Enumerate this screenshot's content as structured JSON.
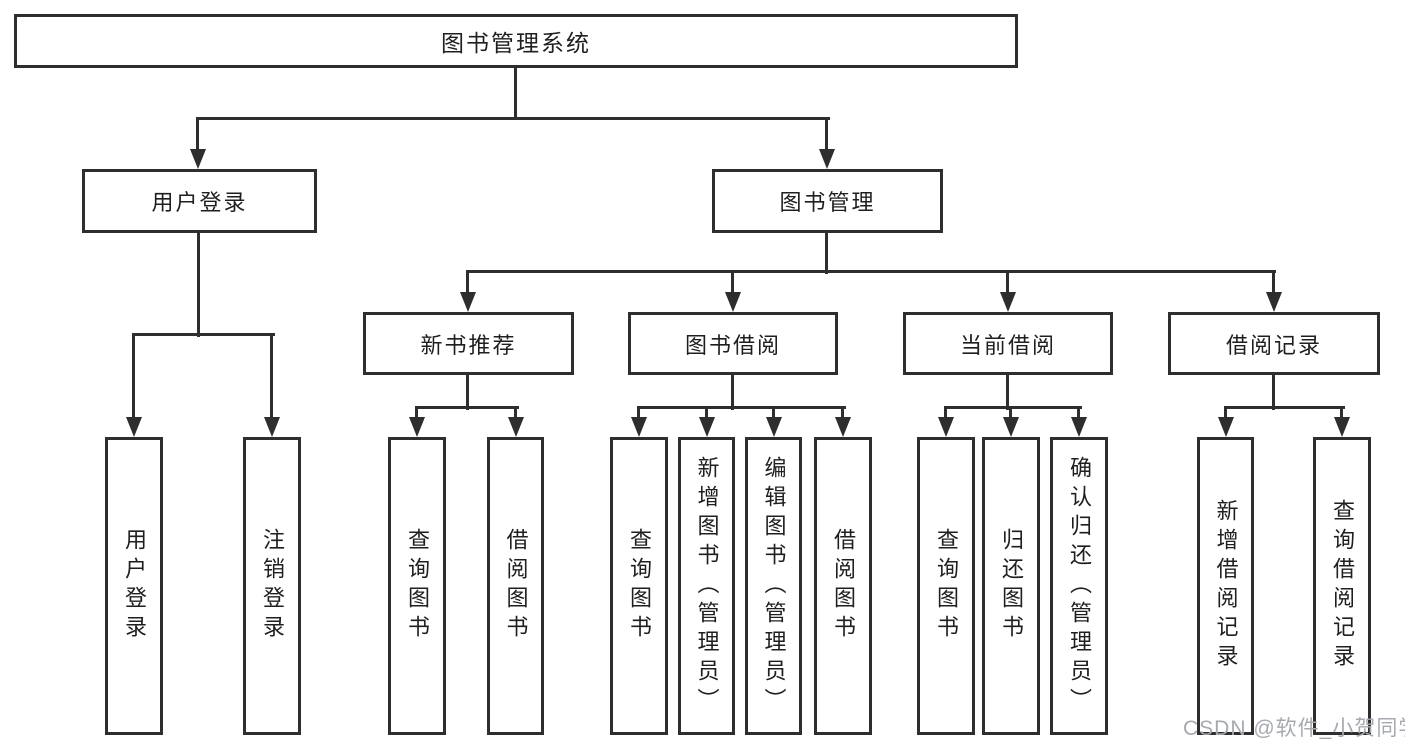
{
  "diagram": {
    "label": "图书管理系统",
    "children": [
      {
        "label": "用户登录",
        "children": [
          {
            "label": "用户登录"
          },
          {
            "label": "注销登录"
          }
        ]
      },
      {
        "label": "图书管理",
        "children": [
          {
            "label": "新书推荐",
            "children": [
              {
                "label": "查询图书"
              },
              {
                "label": "借阅图书"
              }
            ]
          },
          {
            "label": "图书借阅",
            "children": [
              {
                "label": "查询图书"
              },
              {
                "label": "新增图书（管理员）"
              },
              {
                "label": "编辑图书（管理员）"
              },
              {
                "label": "借阅图书"
              }
            ]
          },
          {
            "label": "当前借阅",
            "children": [
              {
                "label": "查询图书"
              },
              {
                "label": "归还图书"
              },
              {
                "label": "确认归还（管理员）"
              }
            ]
          },
          {
            "label": "借阅记录",
            "children": [
              {
                "label": "新增借阅记录"
              },
              {
                "label": "查询借阅记录"
              }
            ]
          }
        ]
      }
    ]
  },
  "watermark": {
    "text": "CSDN @软件_小贺同学"
  },
  "colors": {
    "line": "#2e2e2e",
    "text": "#1f1f1f",
    "background": "#ffffff",
    "watermark": "#a6aab0"
  }
}
